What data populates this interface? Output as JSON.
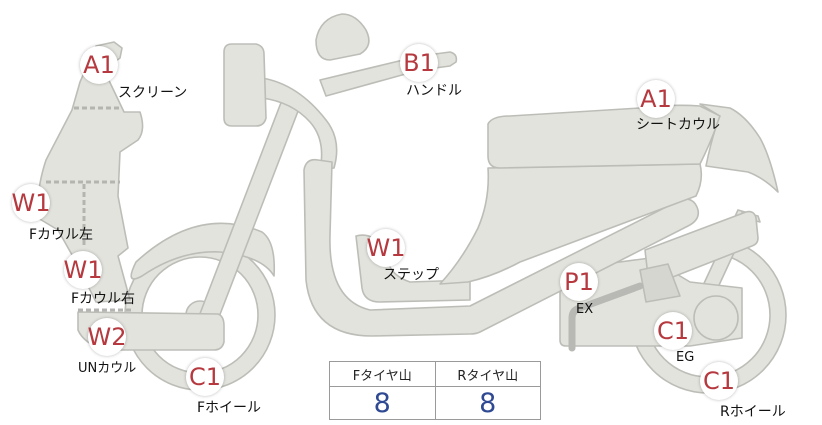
{
  "parts": {
    "screen": {
      "code": "A1",
      "label": "スクリーン"
    },
    "handle": {
      "code": "B1",
      "label": "ハンドル"
    },
    "seat_cowl": {
      "code": "A1",
      "label": "シートカウル"
    },
    "f_cowl_left": {
      "code": "W1",
      "label": "Fカウル左"
    },
    "f_cowl_right": {
      "code": "W1",
      "label": "Fカウル右"
    },
    "step": {
      "code": "W1",
      "label": "ステップ"
    },
    "exhaust": {
      "code": "P1",
      "label": "EX"
    },
    "engine": {
      "code": "C1",
      "label": "EG"
    },
    "under_cowl": {
      "code": "W2",
      "label": "UNカウル"
    },
    "front_wheel": {
      "code": "C1",
      "label": "Fホイール"
    },
    "rear_wheel": {
      "code": "C1",
      "label": "Rホイール"
    }
  },
  "tire_table": {
    "headers": [
      "Fタイヤ山",
      "Rタイヤ山"
    ],
    "values": [
      "8",
      "8"
    ]
  },
  "colors": {
    "body_fill": "#e3e3de",
    "body_stroke": "#bdbdb8",
    "divider": "#b4b4b0",
    "badge_text": "#b5393e",
    "value_text": "#2f4a93",
    "exhaust_pipe": "#b8b8b4"
  }
}
